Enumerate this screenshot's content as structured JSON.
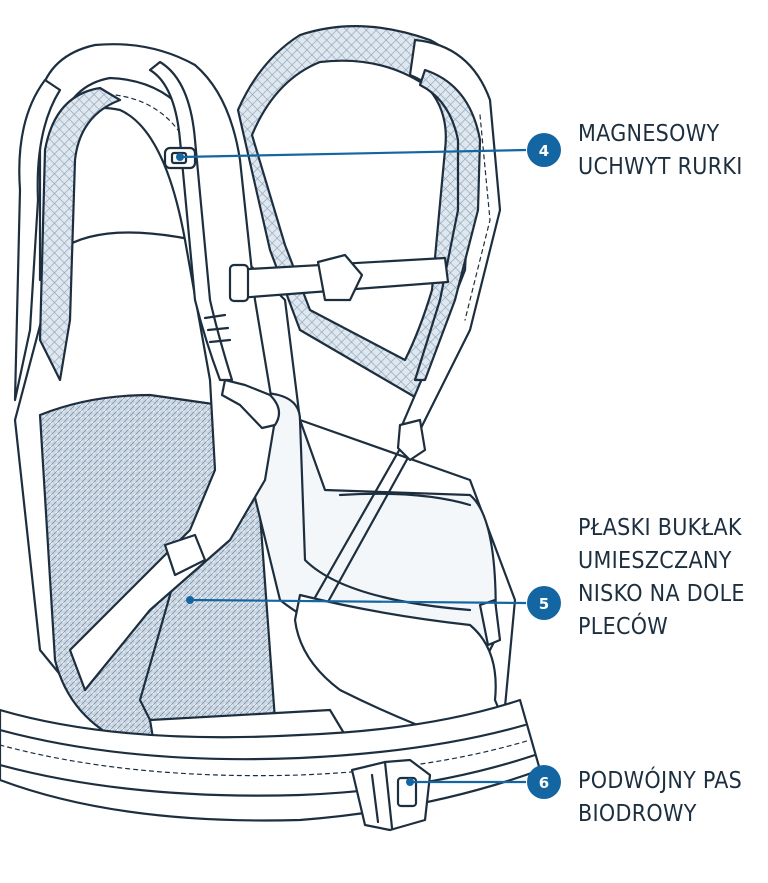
{
  "colors": {
    "outline": "#1d2f3f",
    "accent": "#1466a3",
    "mesh": "#9fb3c8",
    "mesh_dark": "#5b7590",
    "background": "#ffffff"
  },
  "callouts": [
    {
      "number": "4",
      "lines": [
        "MAGNESOWY",
        "UCHWYT RURKI"
      ]
    },
    {
      "number": "5",
      "lines": [
        "PŁASKI BUKŁAK",
        "UMIESZCZANY",
        "NISKO NA DOLE",
        "PLECÓW"
      ]
    },
    {
      "number": "6",
      "lines": [
        "PODWÓJNY PAS",
        "BIODROWY"
      ]
    }
  ]
}
